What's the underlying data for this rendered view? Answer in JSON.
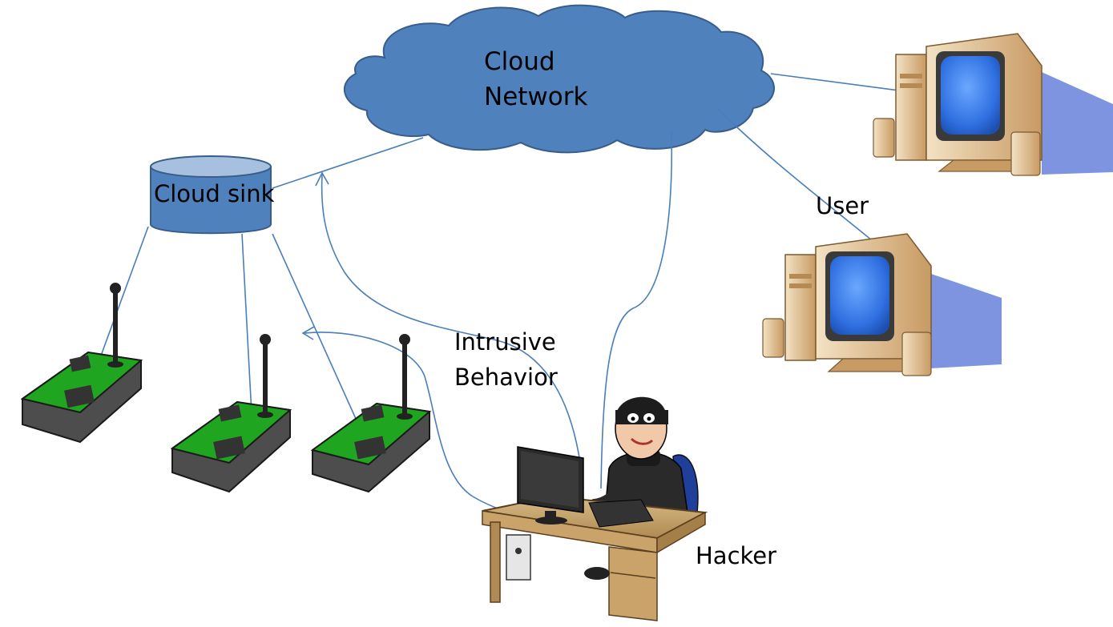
{
  "labels": {
    "cloud_line1": "Cloud",
    "cloud_line2": "Network",
    "cloud_sink": "Cloud sink",
    "user": "User",
    "intrusive_line1": "Intrusive",
    "intrusive_line2": "Behavior",
    "hacker": "Hacker"
  },
  "colors": {
    "cloud_fill": "#4f81bd",
    "cloud_stroke": "#385d8a",
    "connector": "#4a7ebb",
    "sensor_board": "#1fa51f",
    "sensor_base": "#4d4d4d",
    "monitor_screen": "#3f7fe6",
    "computer_beige": "#d9b98a",
    "computer_shadow": "#7f94e0"
  },
  "icons": [
    "cloud-shape",
    "database-cylinder",
    "sensor-node",
    "desktop-computer",
    "hacker-figure"
  ]
}
